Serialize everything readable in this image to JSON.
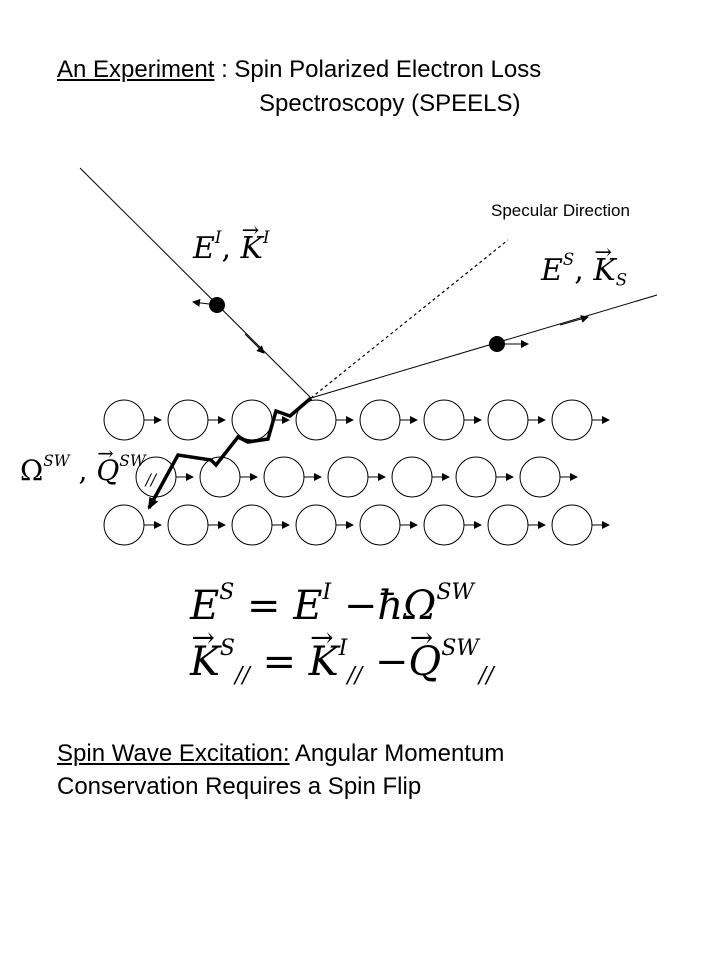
{
  "title": {
    "label": "An Experiment",
    "separator": " : ",
    "line1": "Spin Polarized Electron Loss",
    "line2": "Spectroscopy (SPEELS)"
  },
  "diagram": {
    "specular_label": "Specular Direction",
    "incident_label": {
      "energy": "E",
      "energy_sup": "I",
      "comma": ",",
      "momentum": "K",
      "momentum_sup": "I"
    },
    "scattered_label": {
      "energy": "E",
      "energy_sup": "S",
      "comma": ",",
      "momentum": "K",
      "momentum_sub": "S"
    },
    "spin_wave_label": {
      "freq": "Ω",
      "freq_sup": "SW",
      "comma": ",",
      "momentum": "Q",
      "momentum_sup": "SW",
      "momentum_sub": "//"
    },
    "lattice_rows": [
      8,
      7,
      8
    ]
  },
  "equations": {
    "eq1": {
      "lhs": "E",
      "lhs_sup": "S",
      "equals": "=",
      "rhs1": "E",
      "rhs1_sup": "I",
      "minus": "−",
      "rhs2": "ħΩ",
      "rhs2_sup": "SW"
    },
    "eq2": {
      "lhs": "K",
      "lhs_sup": "S",
      "lhs_sub": "//",
      "equals": "=",
      "rhs1": "K",
      "rhs1_sup": "I",
      "rhs1_sub": "//",
      "minus": "−",
      "rhs2": "Q",
      "rhs2_sup": "SW",
      "rhs2_sub": "//"
    }
  },
  "caption": {
    "label": "Spin Wave Excitation:",
    "line1": " Angular Momentum",
    "line2": "Conservation Requires a Spin Flip"
  }
}
